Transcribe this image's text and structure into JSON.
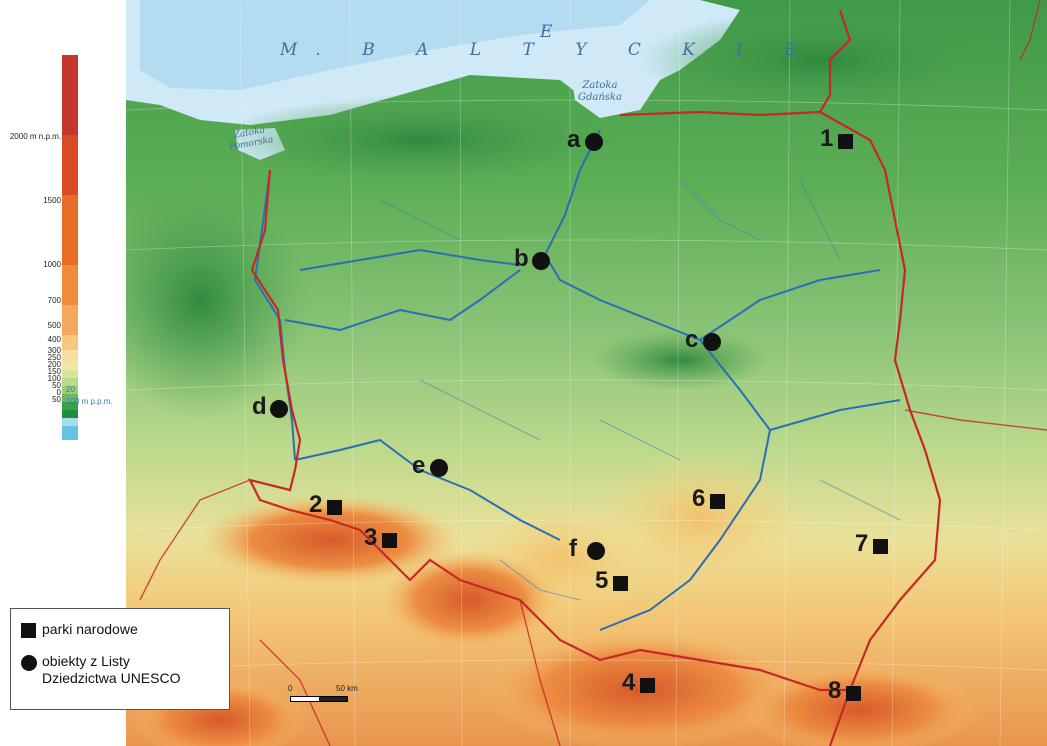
{
  "sea": {
    "name_part1": "M. B A L T Y C K I E",
    "name_part2": "E"
  },
  "gulfs": {
    "pomorska": "Zatoka\nPomorska",
    "gdanska": "Zatoka\nGdańska"
  },
  "elevation_scale": {
    "labels": [
      "2000 m n.p.m.",
      "1500",
      "1000",
      "700",
      "500",
      "400",
      "300",
      "250",
      "200",
      "150",
      "100",
      "50",
      "0",
      "50"
    ],
    "sea_labels": [
      "20",
      "100 m p.p.m."
    ],
    "colors": [
      "#c5362d",
      "#d94a25",
      "#e86b26",
      "#ef8c39",
      "#f3a85d",
      "#f6c87f",
      "#f8dea0",
      "#f0e8a7",
      "#d9e49a",
      "#b9d98a",
      "#9ccc78",
      "#6db762",
      "#3aa04c",
      "#1f8e42",
      "#a6dbea",
      "#64c2e3"
    ]
  },
  "national_parks": [
    {
      "label": "1"
    },
    {
      "label": "2"
    },
    {
      "label": "3"
    },
    {
      "label": "4"
    },
    {
      "label": "5"
    },
    {
      "label": "6"
    },
    {
      "label": "7"
    },
    {
      "label": "8"
    }
  ],
  "unesco_sites": [
    {
      "label": "a"
    },
    {
      "label": "b"
    },
    {
      "label": "c"
    },
    {
      "label": "d"
    },
    {
      "label": "e"
    },
    {
      "label": "f"
    }
  ],
  "legend": {
    "parks": "parki narodowe",
    "unesco": "obiekty z Listy\nDziedzictwa UNESCO"
  },
  "scale": {
    "start": "0",
    "end": "50 km"
  },
  "colors": {
    "border": "#c62828",
    "river": "#2a6fb5",
    "sea": "#cfe9f7",
    "lowland": "#3f9a48",
    "plain": "#97c87a",
    "upland": "#f2dc8c",
    "mountain": "#e07a35"
  }
}
